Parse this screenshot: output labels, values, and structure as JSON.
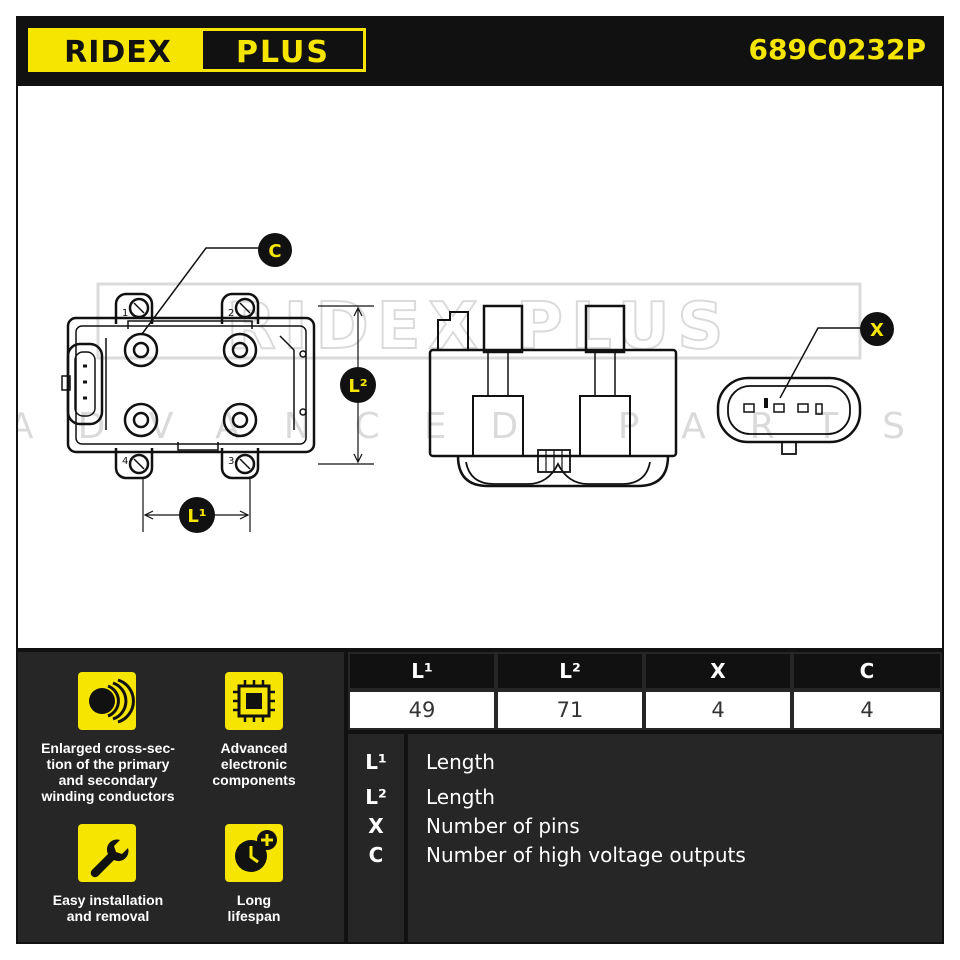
{
  "brand": {
    "name_left": "RIDEX",
    "name_right": "PLUS",
    "part_number": "689C0232P"
  },
  "watermark": {
    "line1": "RIDEX PLUS",
    "line2": "ADVANCED PARTS"
  },
  "drawing": {
    "callout_c": "C",
    "callout_x": "X",
    "dim_l1": "L¹",
    "dim_l2": "L²",
    "pin_labels": [
      "1",
      "2",
      "4",
      "3"
    ]
  },
  "features": [
    {
      "icon": "cross-section-icon",
      "label": "Enlarged cross-sec-\ntion of the primary\nand secondary\nwinding conductors"
    },
    {
      "icon": "chip-icon",
      "label": "Advanced\nelectronic\ncomponents"
    },
    {
      "icon": "wrench-icon",
      "label": "Easy installation\nand removal"
    },
    {
      "icon": "clock-plus-icon",
      "label": "Long\nlifespan"
    }
  ],
  "specs": {
    "headers": [
      "L¹",
      "L²",
      "X",
      "C"
    ],
    "values": [
      "49",
      "71",
      "4",
      "4"
    ]
  },
  "legend": [
    {
      "symbol": "L¹",
      "text": "Length"
    },
    {
      "symbol": "L²",
      "text": "Length"
    },
    {
      "symbol": "X",
      "text": "Number of pins"
    },
    {
      "symbol": "C",
      "text": "Number of high voltage outputs"
    }
  ],
  "colors": {
    "accent": "#f5e500",
    "dark": "#111111",
    "panel": "#262626"
  }
}
